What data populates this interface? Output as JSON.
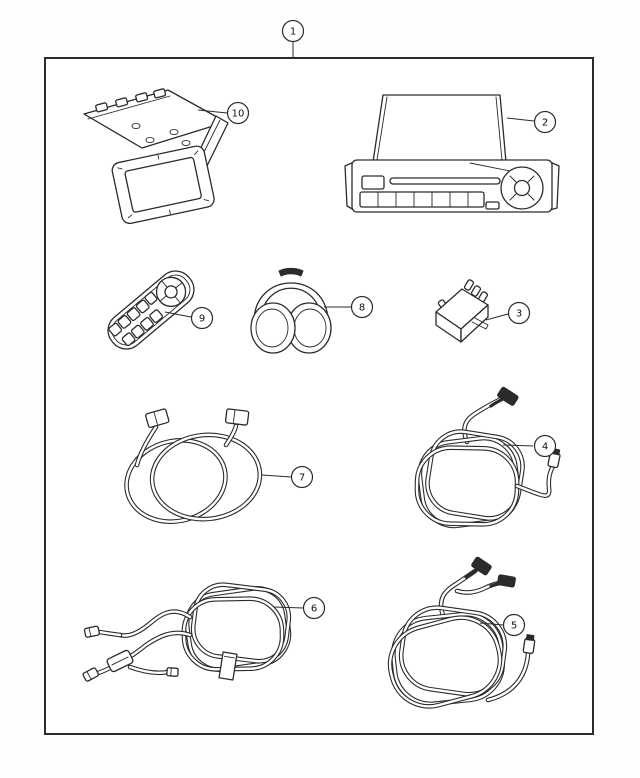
{
  "diagram": {
    "type": "parts-diagram",
    "background_color": "#ffffff",
    "line_color": "#2b2b2b",
    "frame": {
      "callout": "1"
    },
    "parts": [
      {
        "callout": "10",
        "name": "overhead-flip-down-monitor"
      },
      {
        "callout": "2",
        "name": "media-player-head-unit-with-screen"
      },
      {
        "callout": "9",
        "name": "remote-control"
      },
      {
        "callout": "8",
        "name": "headphones"
      },
      {
        "callout": "3",
        "name": "connector-module"
      },
      {
        "callout": "7",
        "name": "cable-assembly"
      },
      {
        "callout": "4",
        "name": "wiring-harness"
      },
      {
        "callout": "6",
        "name": "wiring-harness-with-connectors"
      },
      {
        "callout": "5",
        "name": "wiring-harness-dual-lead"
      }
    ]
  }
}
